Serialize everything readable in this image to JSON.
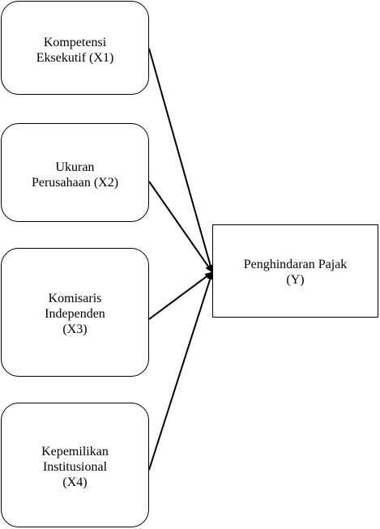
{
  "diagram": {
    "independent_variables": [
      {
        "id": "x1",
        "lines": [
          "Kompetensi",
          "Eksekutif (X1)"
        ]
      },
      {
        "id": "x2",
        "lines": [
          "Ukuran",
          "Perusahaan (X2)"
        ]
      },
      {
        "id": "x3",
        "lines": [
          "Komisaris",
          "Independen",
          "(X3)"
        ]
      },
      {
        "id": "x4",
        "lines": [
          "Kepemilikan",
          "Institusional",
          "(X4)"
        ]
      }
    ],
    "dependent_variable": {
      "id": "y",
      "lines": [
        "Penghindaran Pajak",
        "(Y)"
      ]
    },
    "arrows": [
      {
        "from": "x1",
        "to": "y"
      },
      {
        "from": "x2",
        "to": "y"
      },
      {
        "from": "x3",
        "to": "y"
      },
      {
        "from": "x4",
        "to": "y"
      }
    ],
    "colors": {
      "stroke": "#000000",
      "fill": "#ffffff"
    }
  }
}
